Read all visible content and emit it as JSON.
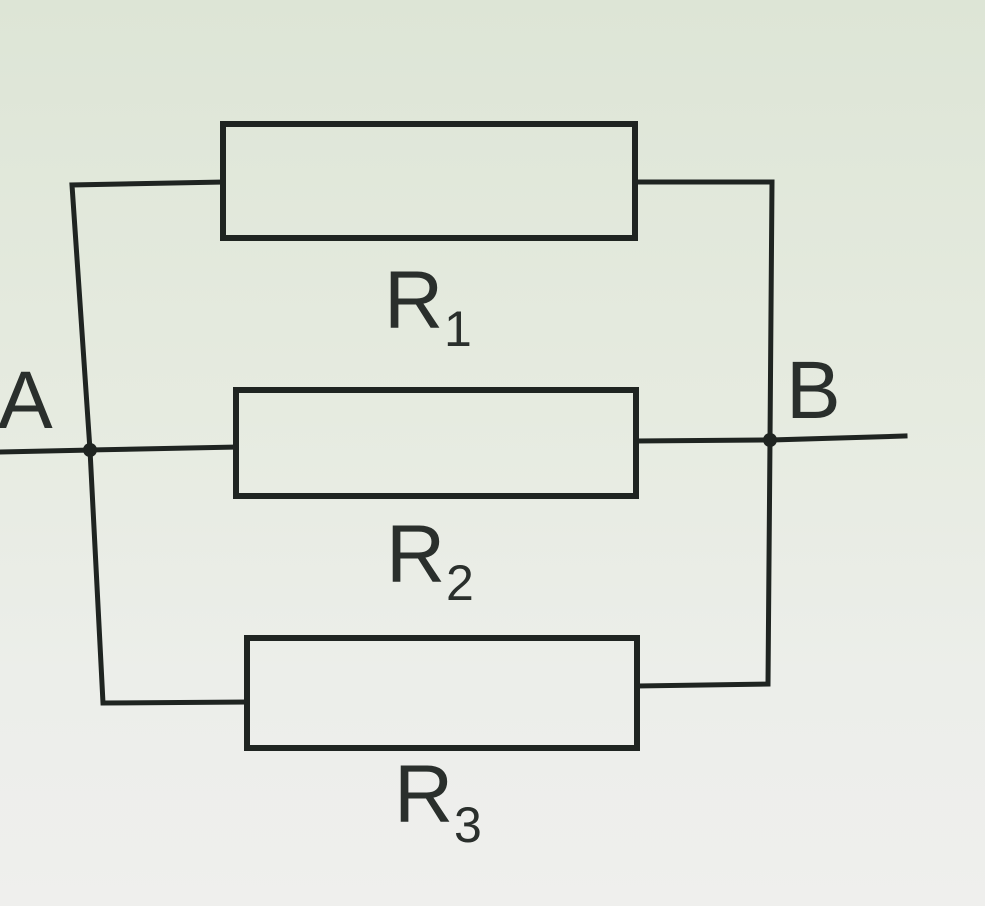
{
  "nodes": {
    "a": "A",
    "b": "B"
  },
  "resistors": [
    {
      "letter": "R",
      "index": "1"
    },
    {
      "letter": "R",
      "index": "2"
    },
    {
      "letter": "R",
      "index": "3"
    }
  ],
  "colors": {
    "ink": "#1f2421",
    "paper": "#e4e8de"
  }
}
